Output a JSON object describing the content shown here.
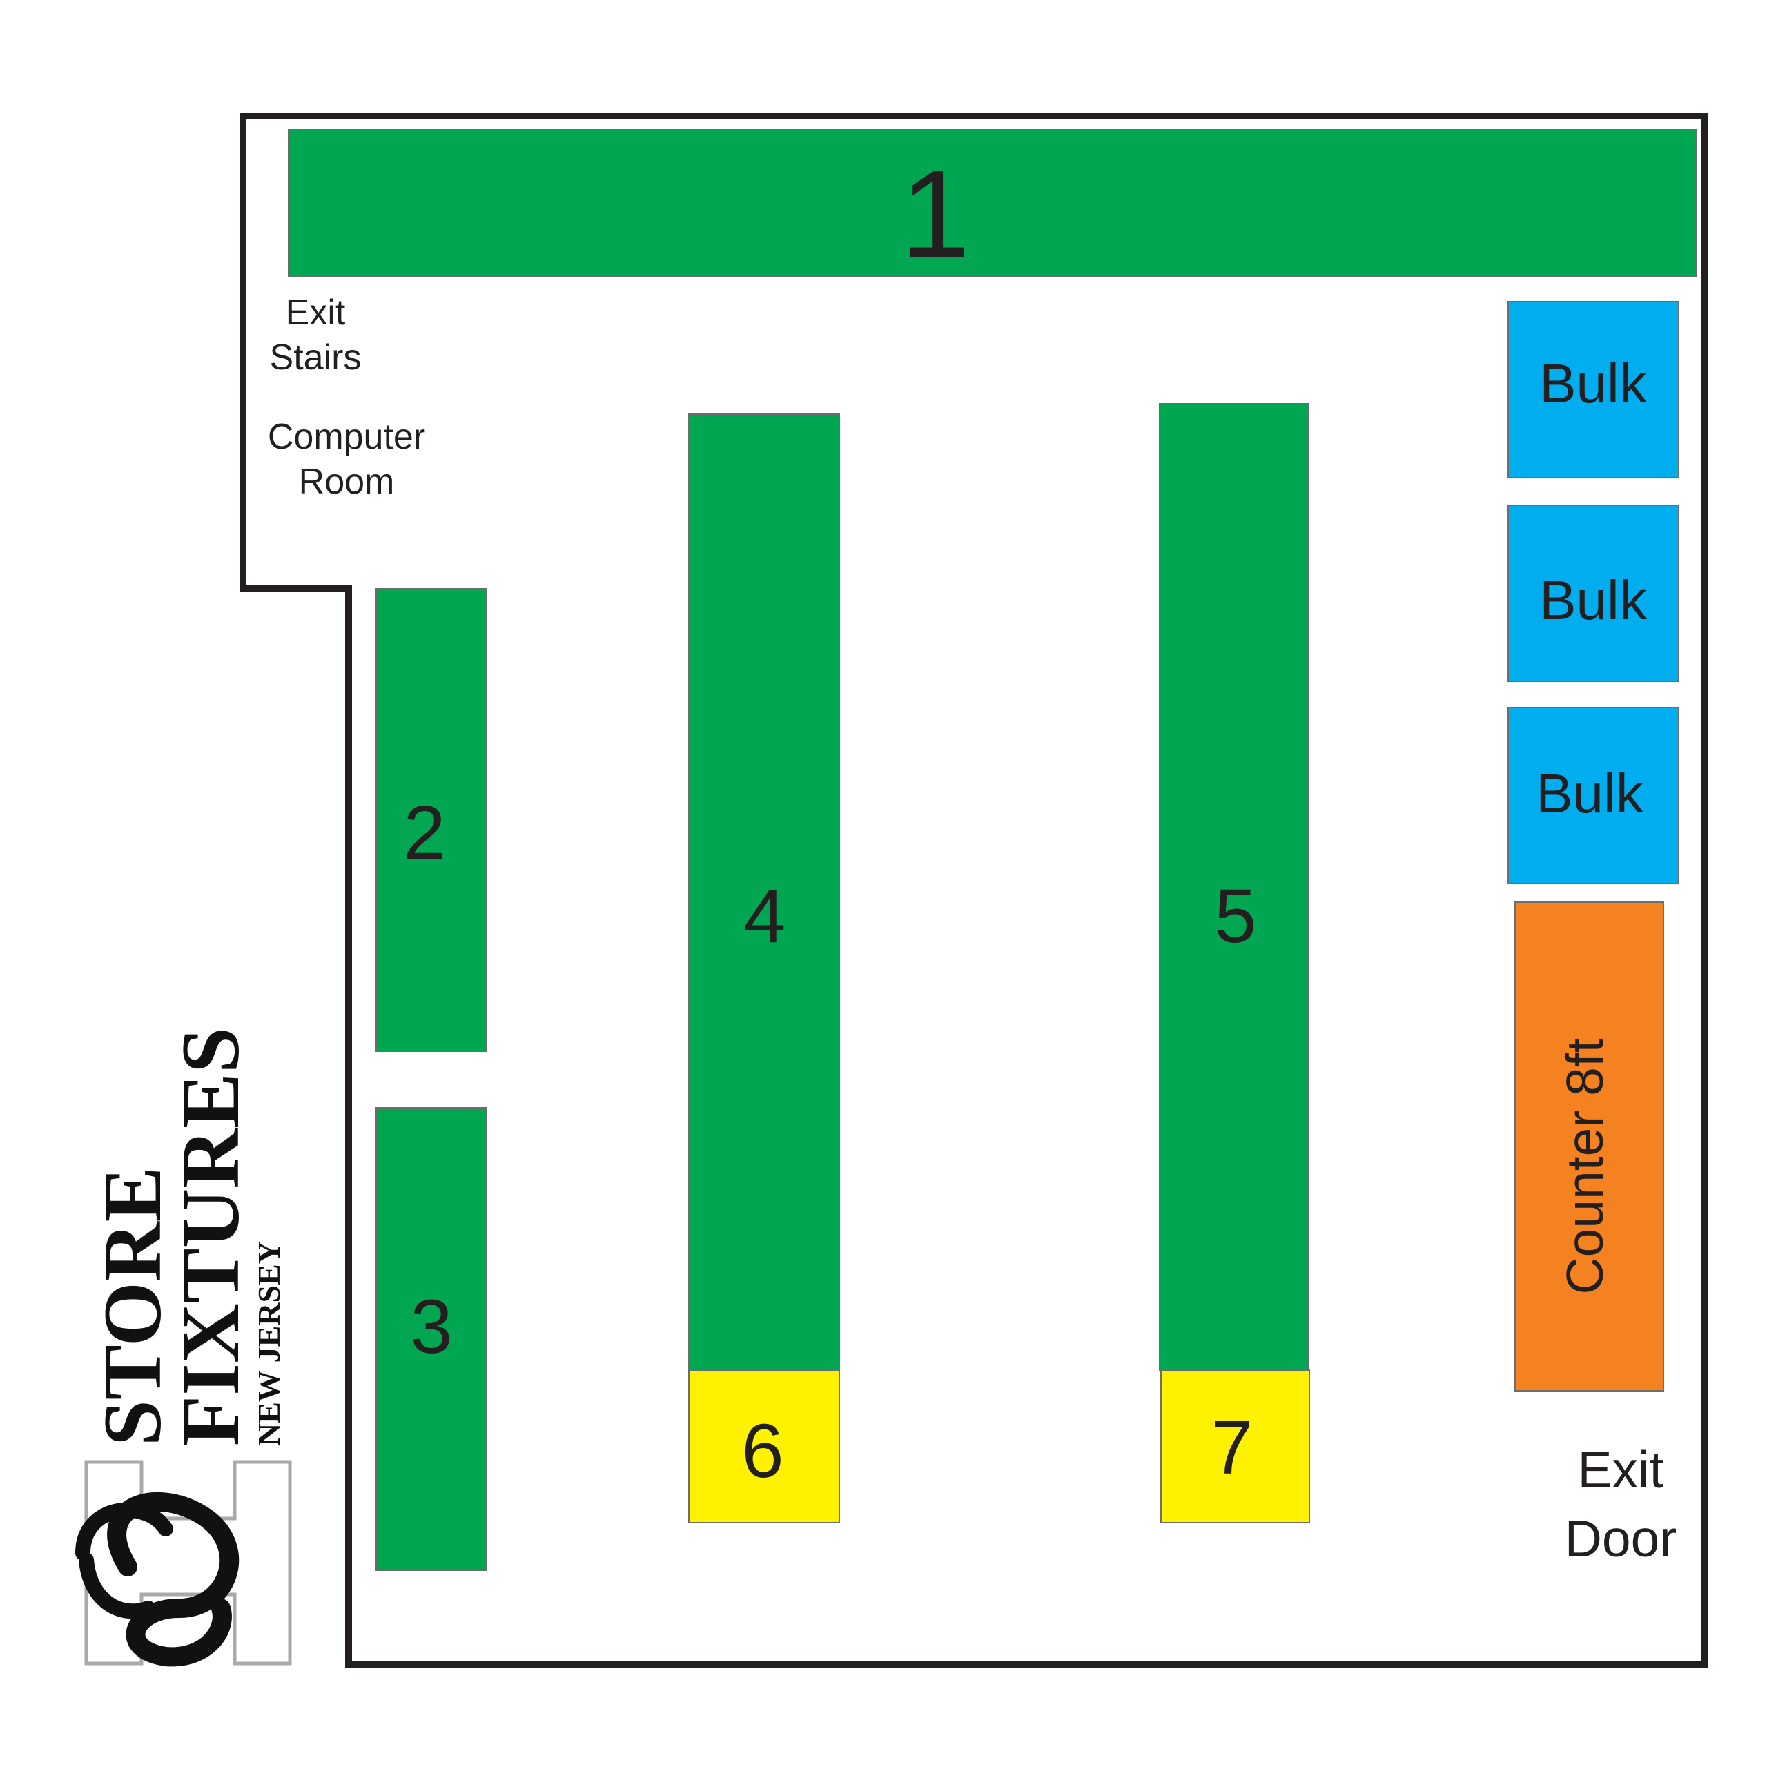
{
  "colors": {
    "shelf": "#00a651",
    "bulk": "#00aeef",
    "endcap": "#fff200",
    "counter": "#f58220",
    "wall": "#231f20",
    "text": "#231f20"
  },
  "fixtures": {
    "shelf_1": "1",
    "shelf_2": "2",
    "shelf_3": "3",
    "shelf_4": "4",
    "shelf_5": "5",
    "endcap_6": "6",
    "endcap_7": "7",
    "bulk_1": "Bulk",
    "bulk_2": "Bulk",
    "bulk_3": "Bulk",
    "counter": "Counter 8ft"
  },
  "notes": {
    "exit_stairs_line1": "Exit",
    "exit_stairs_line2": "Stairs",
    "computer_room_line1": "Computer",
    "computer_room_line2": "Room",
    "exit_door_line1": "Exit",
    "exit_door_line2": "Door"
  },
  "logo": {
    "line1": "STORE",
    "line2": "FIXTURES",
    "line3": "NEW JERSEY"
  }
}
